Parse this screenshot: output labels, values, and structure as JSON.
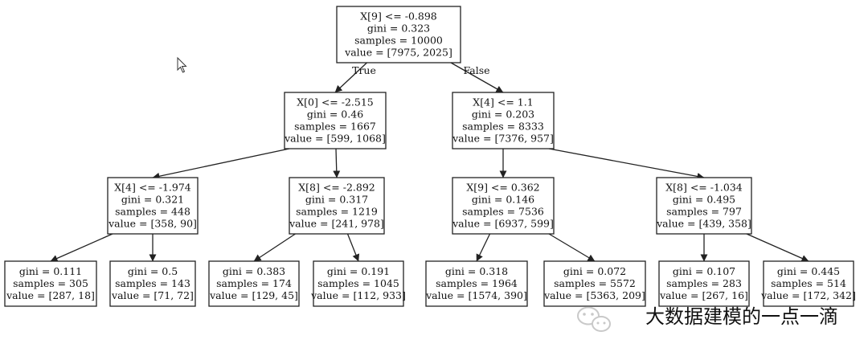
{
  "nodes": [
    {
      "id": "n0",
      "lines": [
        "X[9] <= -0.898",
        "gini = 0.323",
        "samples = 10000",
        "value = [7975, 2025]"
      ]
    },
    {
      "id": "n1",
      "lines": [
        "X[0] <= -2.515",
        "gini = 0.46",
        "samples = 1667",
        "value = [599, 1068]"
      ]
    },
    {
      "id": "n2",
      "lines": [
        "X[4] <= 1.1",
        "gini = 0.203",
        "samples = 8333",
        "value = [7376, 957]"
      ]
    },
    {
      "id": "n3",
      "lines": [
        "X[4] <= -1.974",
        "gini = 0.321",
        "samples = 448",
        "value = [358, 90]"
      ]
    },
    {
      "id": "n4",
      "lines": [
        "X[8] <= -2.892",
        "gini = 0.317",
        "samples = 1219",
        "value = [241, 978]"
      ]
    },
    {
      "id": "n5",
      "lines": [
        "X[9] <= 0.362",
        "gini = 0.146",
        "samples = 7536",
        "value = [6937, 599]"
      ]
    },
    {
      "id": "n6",
      "lines": [
        "X[8] <= -1.034",
        "gini = 0.495",
        "samples = 797",
        "value = [439, 358]"
      ]
    },
    {
      "id": "n7",
      "lines": [
        "gini = 0.111",
        "samples = 305",
        "value = [287, 18]"
      ]
    },
    {
      "id": "n8",
      "lines": [
        "gini = 0.5",
        "samples = 143",
        "value = [71, 72]"
      ]
    },
    {
      "id": "n9",
      "lines": [
        "gini = 0.383",
        "samples = 174",
        "value = [129, 45]"
      ]
    },
    {
      "id": "n10",
      "lines": [
        "gini = 0.191",
        "samples = 1045",
        "value = [112, 933]"
      ]
    },
    {
      "id": "n11",
      "lines": [
        "gini = 0.318",
        "samples = 1964",
        "value = [1574, 390]"
      ]
    },
    {
      "id": "n12",
      "lines": [
        "gini = 0.072",
        "samples = 5572",
        "value = [5363, 209]"
      ]
    },
    {
      "id": "n13",
      "lines": [
        "gini = 0.107",
        "samples = 283",
        "value = [267, 16]"
      ]
    },
    {
      "id": "n14",
      "lines": [
        "gini = 0.445",
        "samples = 514",
        "value = [172, 342]"
      ]
    }
  ],
  "edges": [
    {
      "from": "n0",
      "to": "n1",
      "label": "True"
    },
    {
      "from": "n0",
      "to": "n2",
      "label": "False"
    },
    {
      "from": "n1",
      "to": "n3",
      "label": ""
    },
    {
      "from": "n1",
      "to": "n4",
      "label": ""
    },
    {
      "from": "n2",
      "to": "n5",
      "label": ""
    },
    {
      "from": "n2",
      "to": "n6",
      "label": ""
    },
    {
      "from": "n3",
      "to": "n7",
      "label": ""
    },
    {
      "from": "n3",
      "to": "n8",
      "label": ""
    },
    {
      "from": "n4",
      "to": "n9",
      "label": ""
    },
    {
      "from": "n4",
      "to": "n10",
      "label": ""
    },
    {
      "from": "n5",
      "to": "n11",
      "label": ""
    },
    {
      "from": "n5",
      "to": "n12",
      "label": ""
    },
    {
      "from": "n6",
      "to": "n13",
      "label": ""
    },
    {
      "from": "n6",
      "to": "n14",
      "label": ""
    }
  ],
  "watermark": {
    "text": "大数据建模的一点一滴",
    "icon": "wechat-icon"
  }
}
